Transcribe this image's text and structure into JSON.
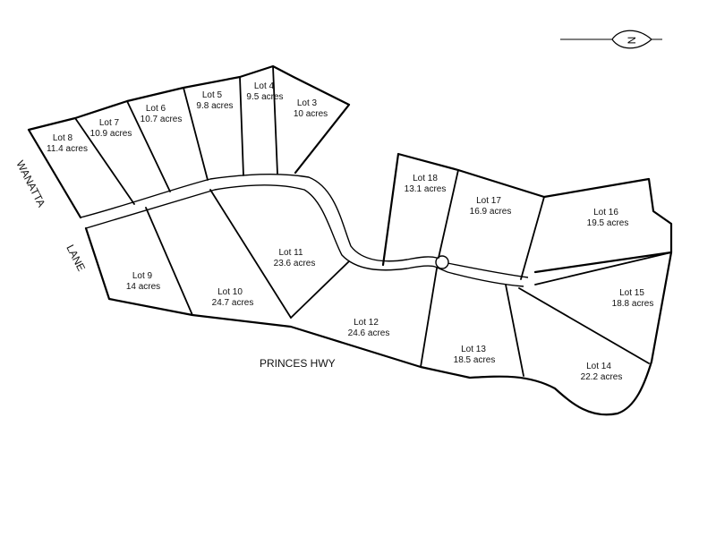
{
  "streets": {
    "highway": "PRINCES HWY",
    "lane_part1": "WANATTA",
    "lane_part2": "LANE"
  },
  "north_arrow": {
    "symbol": "north-arrow-icon",
    "letter": "N"
  },
  "lots": [
    {
      "name": "Lot 3",
      "area": "10 acres"
    },
    {
      "name": "Lot 4",
      "area": "9.5 acres"
    },
    {
      "name": "Lot 5",
      "area": "9.8 acres"
    },
    {
      "name": "Lot 6",
      "area": "10.7 acres"
    },
    {
      "name": "Lot 7",
      "area": "10.9 acres"
    },
    {
      "name": "Lot 8",
      "area": "11.4 acres"
    },
    {
      "name": "Lot 9",
      "area": "14 acres"
    },
    {
      "name": "Lot 10",
      "area": "24.7 acres"
    },
    {
      "name": "Lot 11",
      "area": "23.6 acres"
    },
    {
      "name": "Lot 12",
      "area": "24.6 acres"
    },
    {
      "name": "Lot 13",
      "area": "18.5 acres"
    },
    {
      "name": "Lot 14",
      "area": "22.2 acres"
    },
    {
      "name": "Lot 15",
      "area": "18.8 acres"
    },
    {
      "name": "Lot 16",
      "area": "19.5 acres"
    },
    {
      "name": "Lot 17",
      "area": "16.9 acres"
    },
    {
      "name": "Lot 18",
      "area": "13.1 acres"
    }
  ]
}
